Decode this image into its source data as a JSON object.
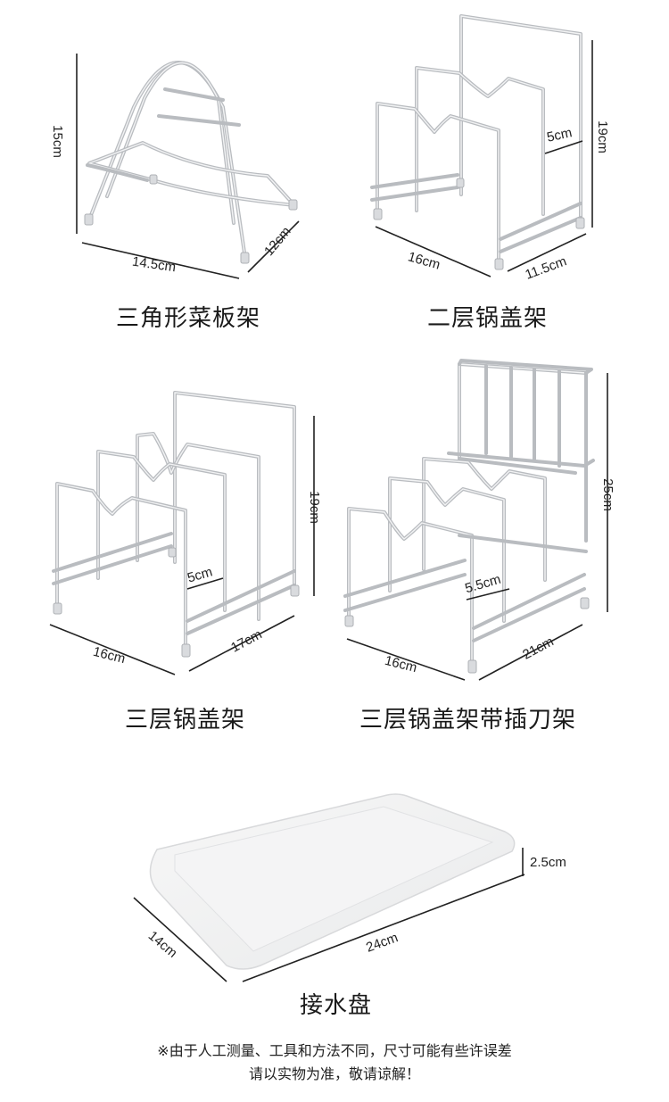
{
  "products": [
    {
      "name": "三角形菜板架",
      "dimensions": [
        "15cm",
        "14.5cm",
        "12cm"
      ]
    },
    {
      "name": "二层锅盖架",
      "dimensions": [
        "19cm",
        "5cm",
        "16cm",
        "11.5cm"
      ]
    },
    {
      "name": "三层锅盖架",
      "dimensions": [
        "19cm",
        "5cm",
        "16cm",
        "17cm"
      ]
    },
    {
      "name": "三层锅盖架带插刀架",
      "dimensions": [
        "25cm",
        "5.5cm",
        "16cm",
        "21cm"
      ]
    },
    {
      "name": "接水盘",
      "dimensions": [
        "2.5cm",
        "14cm",
        "24cm"
      ]
    }
  ],
  "notice": {
    "line1": "※由于人工测量、工具和方法不同，尺寸可能有些许误差",
    "line2": "请以实物为准，敬请谅解！"
  },
  "colors": {
    "wire": "#b9bcc0",
    "text": "#222222",
    "background": "#ffffff"
  }
}
